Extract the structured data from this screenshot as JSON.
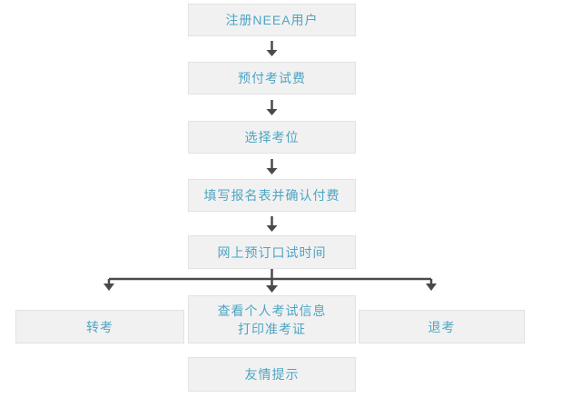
{
  "colors": {
    "background": "#ffffff",
    "box_fill": "#f1f1f1",
    "box_border": "#e2e2e2",
    "box_text": "#4da5c4",
    "connector": "#4a4a4a"
  },
  "flow": {
    "steps": [
      {
        "label": "注册NEEA用户"
      },
      {
        "label": "预付考试费"
      },
      {
        "label": "选择考位"
      },
      {
        "label": "填写报名表并确认付费"
      },
      {
        "label": "网上预订口试时间"
      }
    ],
    "branch": {
      "left_label": "转考",
      "center_line1": "查看个人考试信息",
      "center_line2": "打印准考证",
      "right_label": "退考"
    },
    "footer_label": "友情提示"
  }
}
